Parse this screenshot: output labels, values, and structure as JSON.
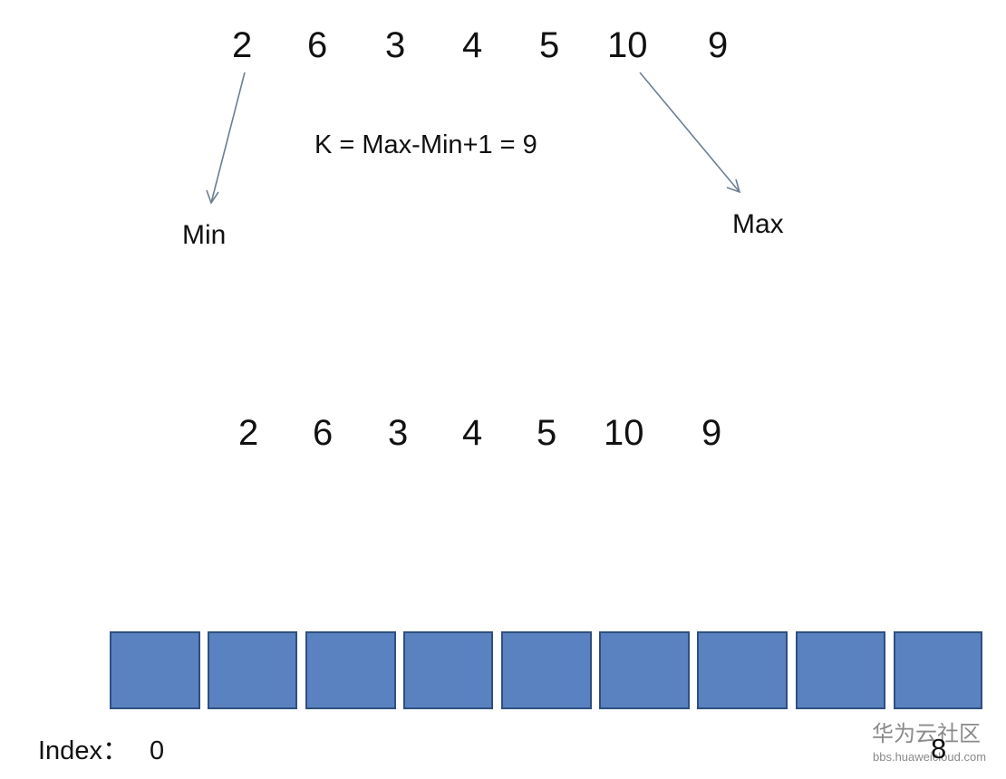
{
  "top_numbers": [
    "2",
    "6",
    "3",
    "4",
    "5",
    "10",
    "9"
  ],
  "formula": "K = Max-Min+1 = 9",
  "min_label": "Min",
  "max_label": "Max",
  "bottom_numbers": [
    "2",
    "6",
    "3",
    "4",
    "5",
    "10",
    "9"
  ],
  "array_cells": 9,
  "index_label": "Index：",
  "index_first": "0",
  "index_last": "8",
  "watermark": {
    "title": "华为云社区",
    "url": "bbs.huaweicloud.com"
  },
  "colors": {
    "cell_fill": "#5a82c0",
    "cell_border": "#2f4f7f",
    "arrow": "#6b7f93"
  }
}
